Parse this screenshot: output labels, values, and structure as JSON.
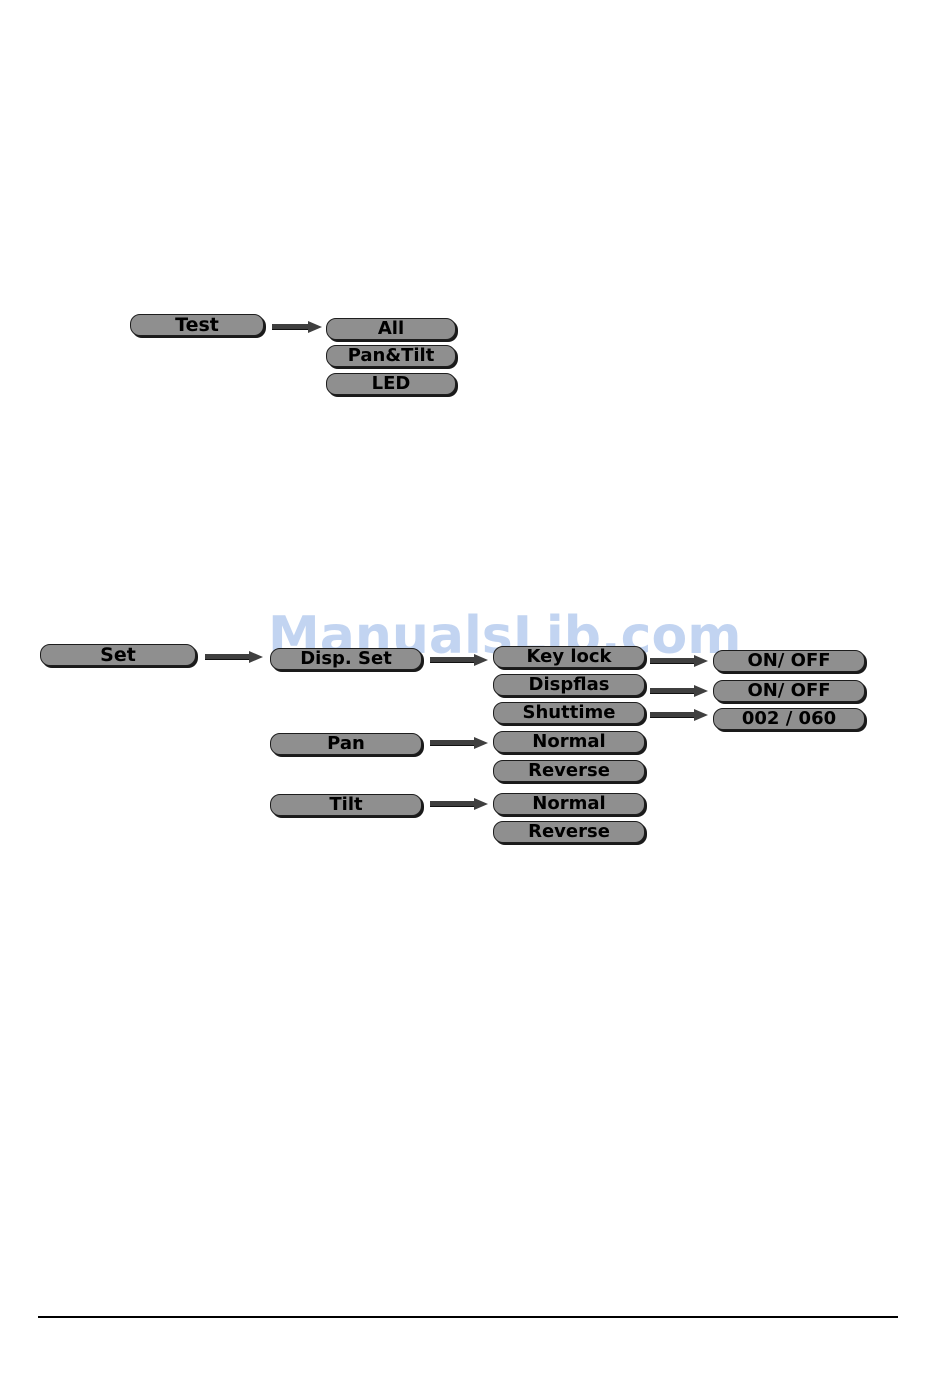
{
  "test_menu": {
    "root": "Test",
    "options": [
      "All",
      "Pan&Tilt",
      "LED"
    ]
  },
  "set_menu": {
    "root": "Set",
    "disp_set": {
      "label": "Disp. Set",
      "items": [
        {
          "label": "Key lock",
          "value": "ON/ OFF"
        },
        {
          "label": "Dispflas",
          "value": "ON/ OFF"
        },
        {
          "label": "Shuttime",
          "value": "002 / 060"
        }
      ]
    },
    "pan": {
      "label": "Pan",
      "options": [
        "Normal",
        "Reverse"
      ]
    },
    "tilt": {
      "label": "Tilt",
      "options": [
        "Normal",
        "Reverse"
      ]
    }
  },
  "watermark": "ManualsLib.com",
  "colors": {
    "pill_fill": "#8f8f8f",
    "arrow": "#3f3f3f",
    "watermark": "#78a0e1"
  }
}
